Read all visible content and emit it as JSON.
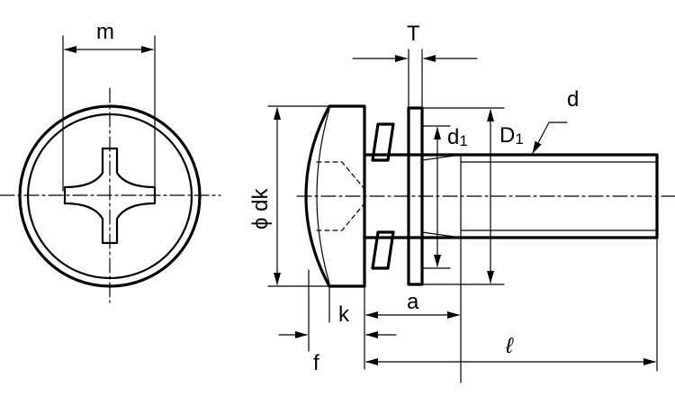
{
  "labels": {
    "m": "m",
    "T": "T",
    "d": "d",
    "d1_main": "d",
    "d1_sub": "1",
    "D1_main": "D",
    "D1_sub": "1",
    "phi_dk": "ϕ dk",
    "k": "k",
    "a": "a",
    "f": "f",
    "l": "ℓ"
  }
}
